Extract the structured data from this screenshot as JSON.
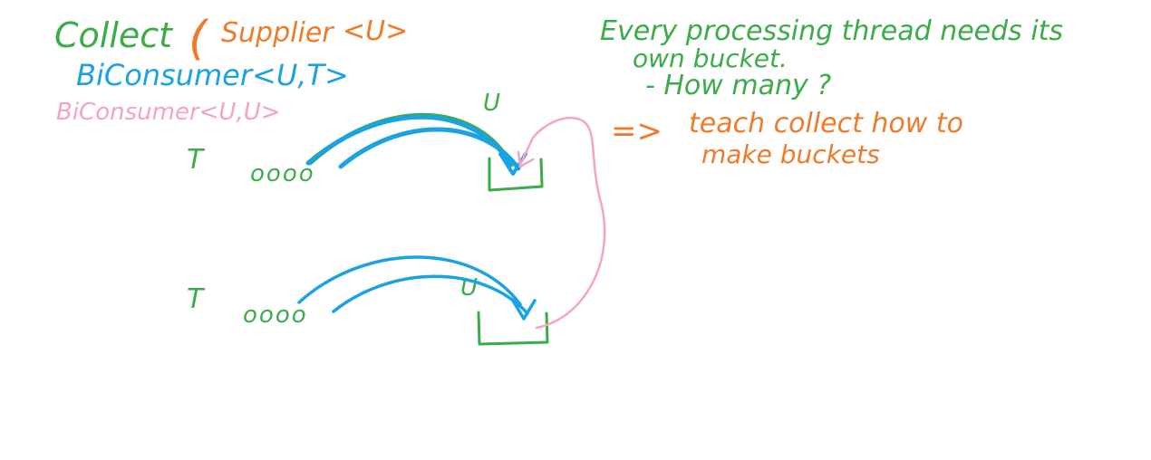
{
  "colors": {
    "green": "#3aac4a",
    "orange": "#f07a2a",
    "blue": "#1aa3e0",
    "pink": "#f5a3c4"
  },
  "left_notes": {
    "collect": "Collect",
    "paren": "(",
    "supplier": "Supplier",
    "supplier_type": "<U>",
    "accumulator": "BiConsumer<U,T>",
    "combiner": "BiConsumer<U,U>"
  },
  "diagram": {
    "top_input_type": "T",
    "top_elements": "oooo",
    "top_bucket_type": "U",
    "bottom_input_type": "T",
    "bottom_elements": "oooo",
    "bottom_bucket_type": "U"
  },
  "right_notes": {
    "line1": "Every processing thread needs its",
    "line2": "own bucket.",
    "line3": "- How many ?",
    "arrow": "=>",
    "line4": "teach collect how to",
    "line5": "make buckets"
  }
}
